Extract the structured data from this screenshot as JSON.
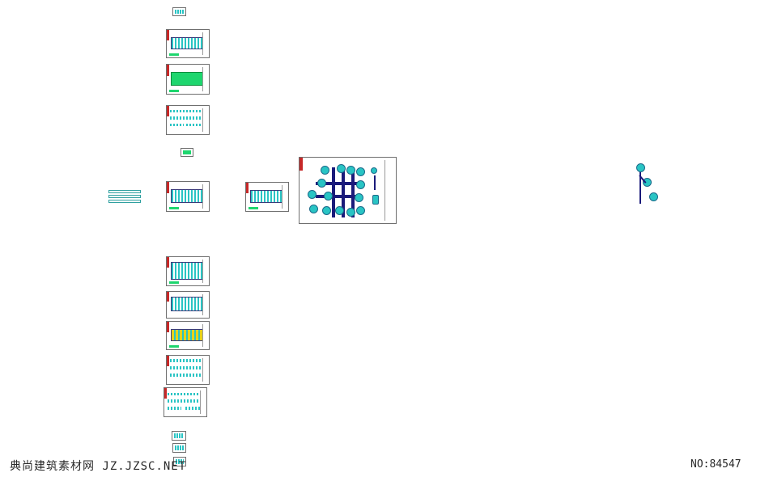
{
  "watermark": {
    "site": "典尚建筑素材网 JZ.JZSC.NET",
    "number": "NO:84547"
  },
  "colors": {
    "background": "#ffffff",
    "sheet_border": "#6f6f6f",
    "plan_cyan": "#29c4c4",
    "plan_green": "#1ed66e",
    "structure_navy": "#1a1a7a",
    "red_strip": "#c62828"
  },
  "icons": [
    "drawing-sheet-thumbnail",
    "structural-column-grid",
    "stair-detail"
  ]
}
